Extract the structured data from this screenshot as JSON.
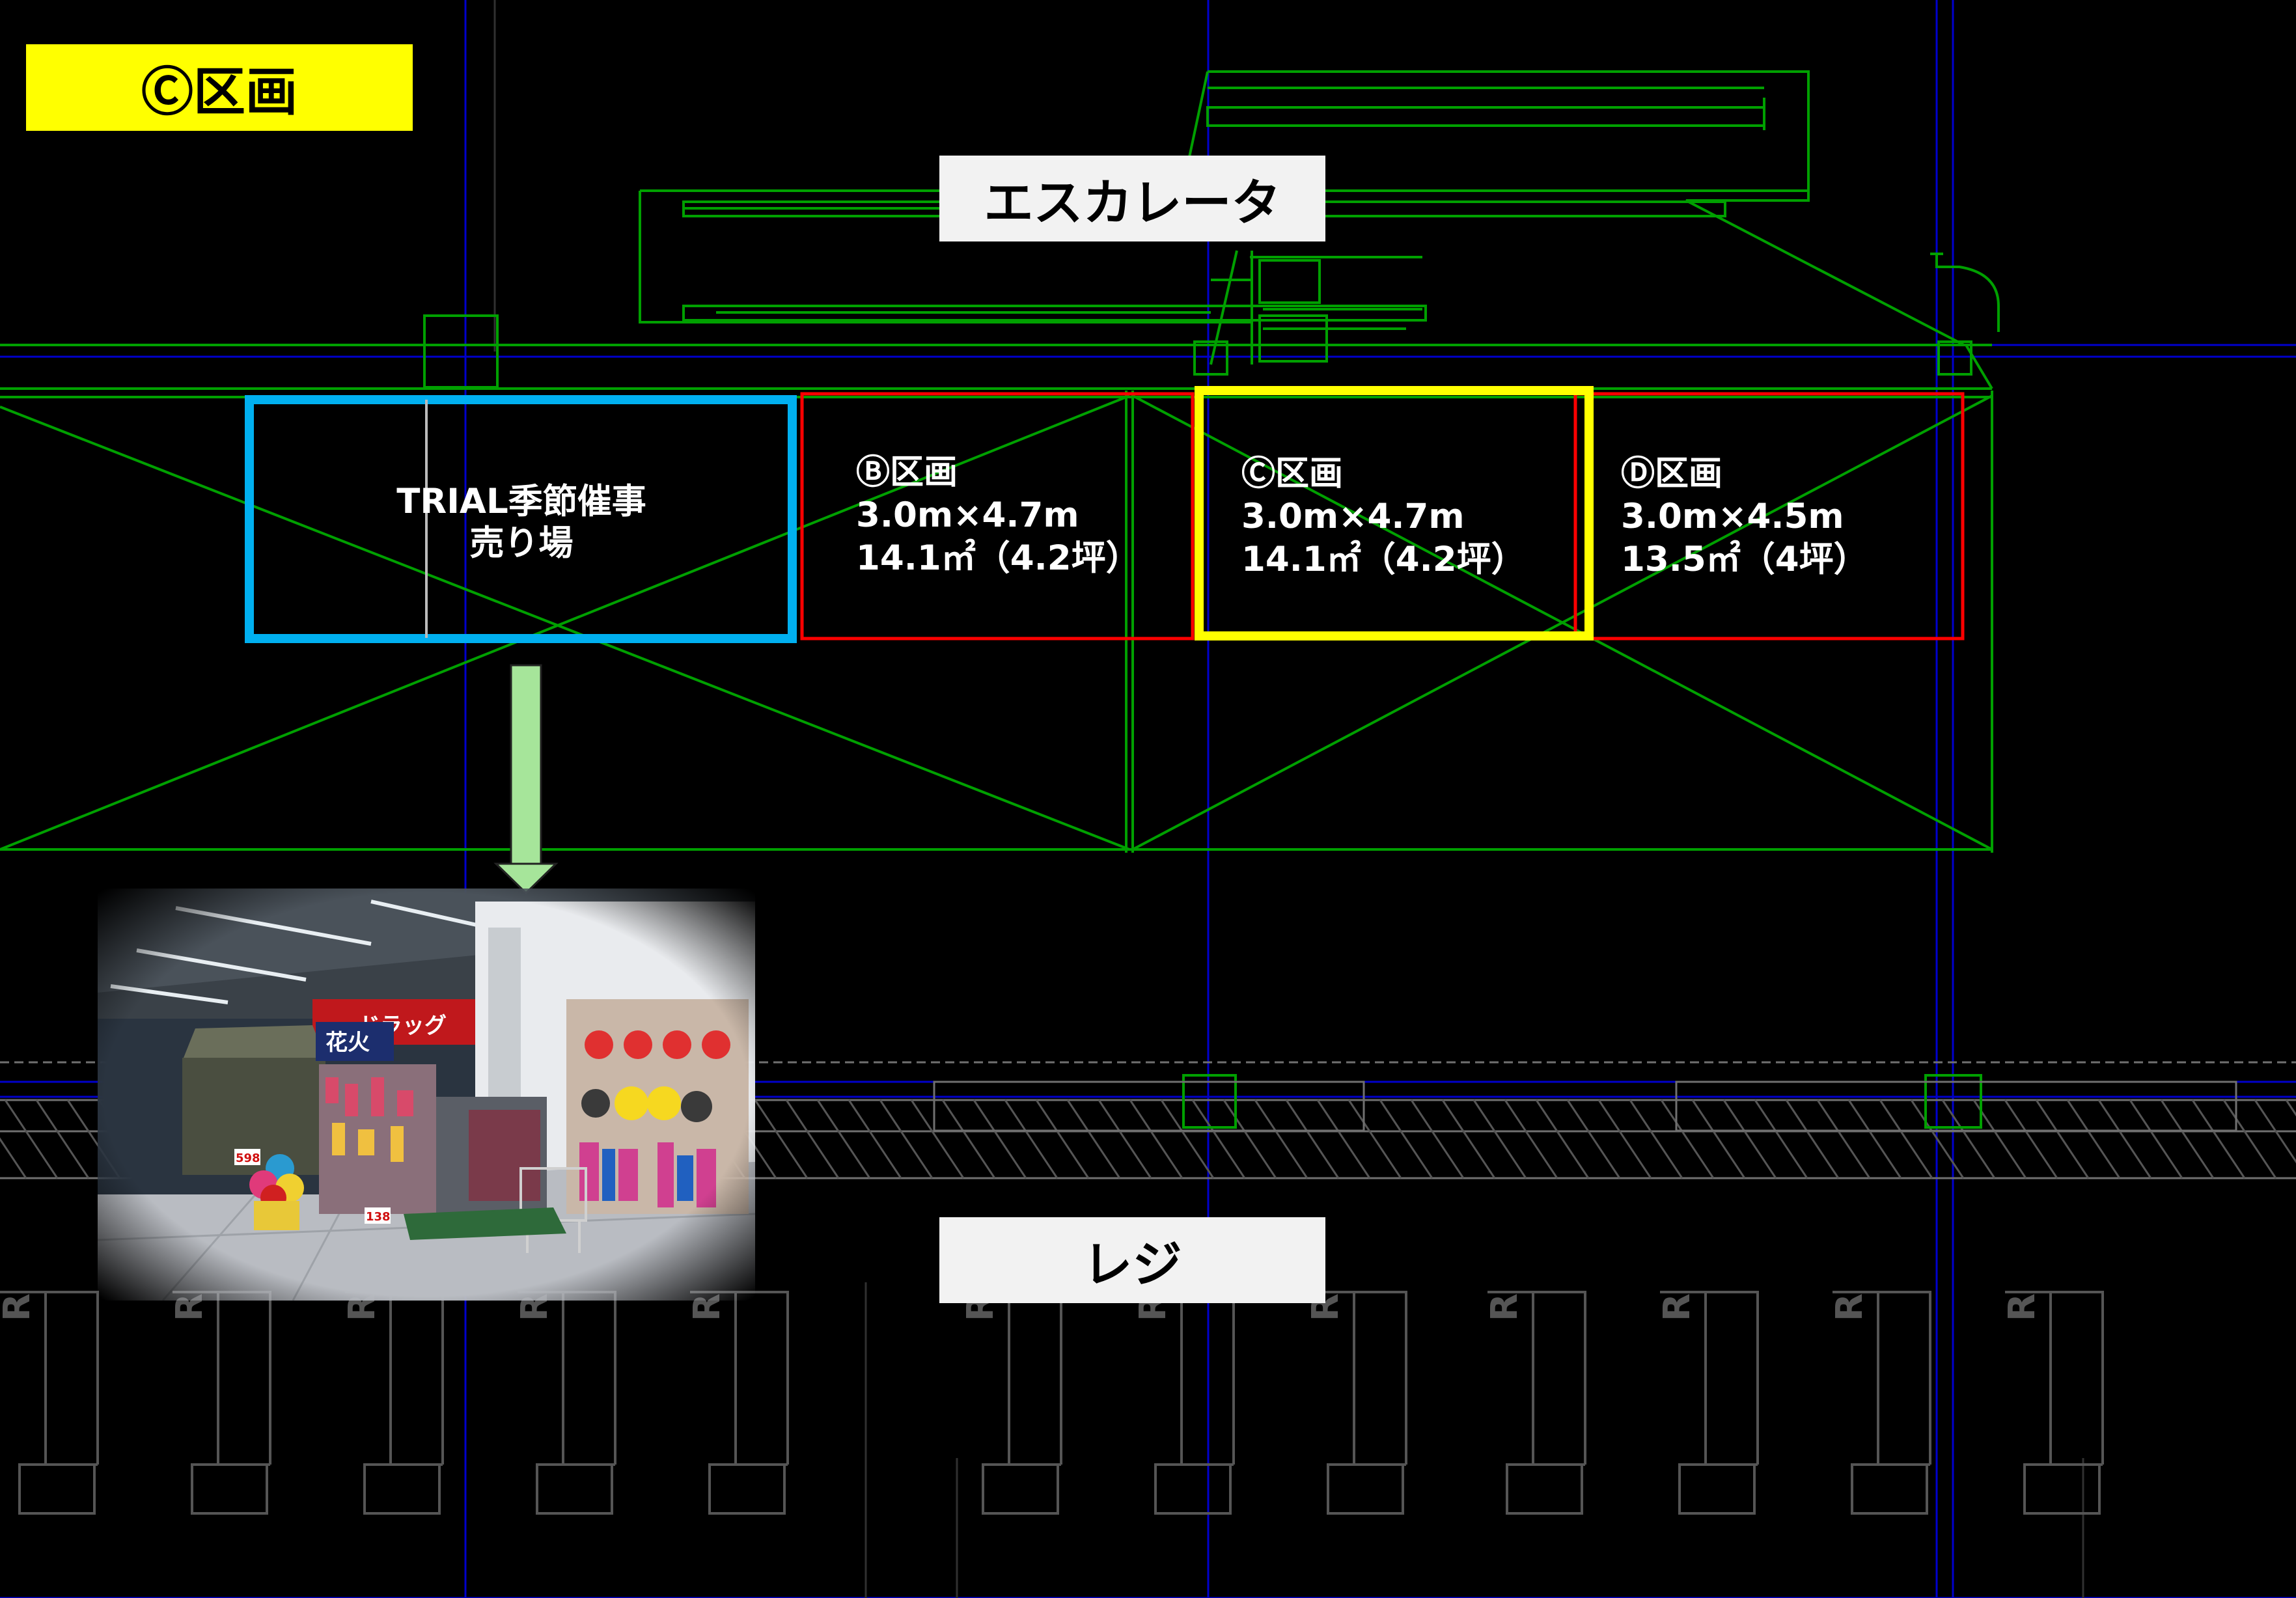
{
  "title_label": "Ⓒ区画",
  "escalator_label": "エスカレータ",
  "register_label": "レジ",
  "register_marker_letter": "R",
  "zones": {
    "trial": {
      "line1": "TRIAL季節催事",
      "line2": "売り場",
      "border_color": "#00b0f0"
    },
    "b": {
      "name": "Ⓑ区画",
      "dims": "3.0m×4.7m",
      "area": "14.1㎡（4.2坪）",
      "border_color": "#ff0000"
    },
    "c": {
      "name": "Ⓒ区画",
      "dims": "3.0m×4.7m",
      "area": "14.1㎡（4.2坪）",
      "border_color": "#ffff00"
    },
    "d": {
      "name": "Ⓓ区画",
      "dims": "3.0m×4.5m",
      "area": "13.5㎡（4坪）",
      "border_color": "#ff0000"
    }
  },
  "photo": {
    "banner_text": "花火",
    "sign_text": "ドラッグ",
    "price_tags": [
      "598",
      "138"
    ]
  },
  "colors": {
    "background": "#000000",
    "cad_lines": "#00a000",
    "grid_lines": "#0000cc",
    "title_bg": "#ffff00",
    "label_bg": "#f2f2f2",
    "arrow": "#a6e59a"
  }
}
